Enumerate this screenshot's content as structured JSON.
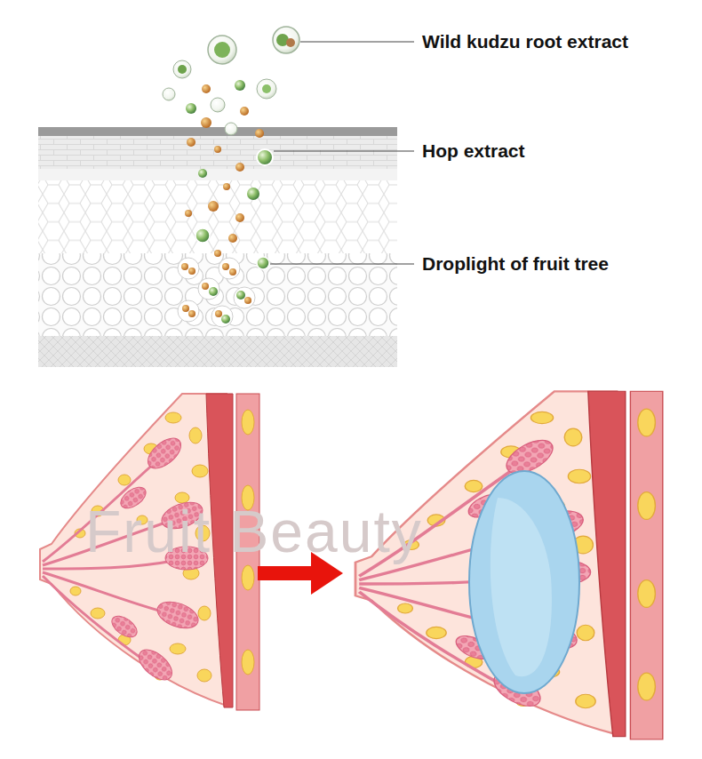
{
  "diagram": {
    "labels": [
      "Wild kudzu root extract",
      "Hop extract",
      "Droplight of fruit tree",
      "Fruit Beauty"
    ]
  }
}
